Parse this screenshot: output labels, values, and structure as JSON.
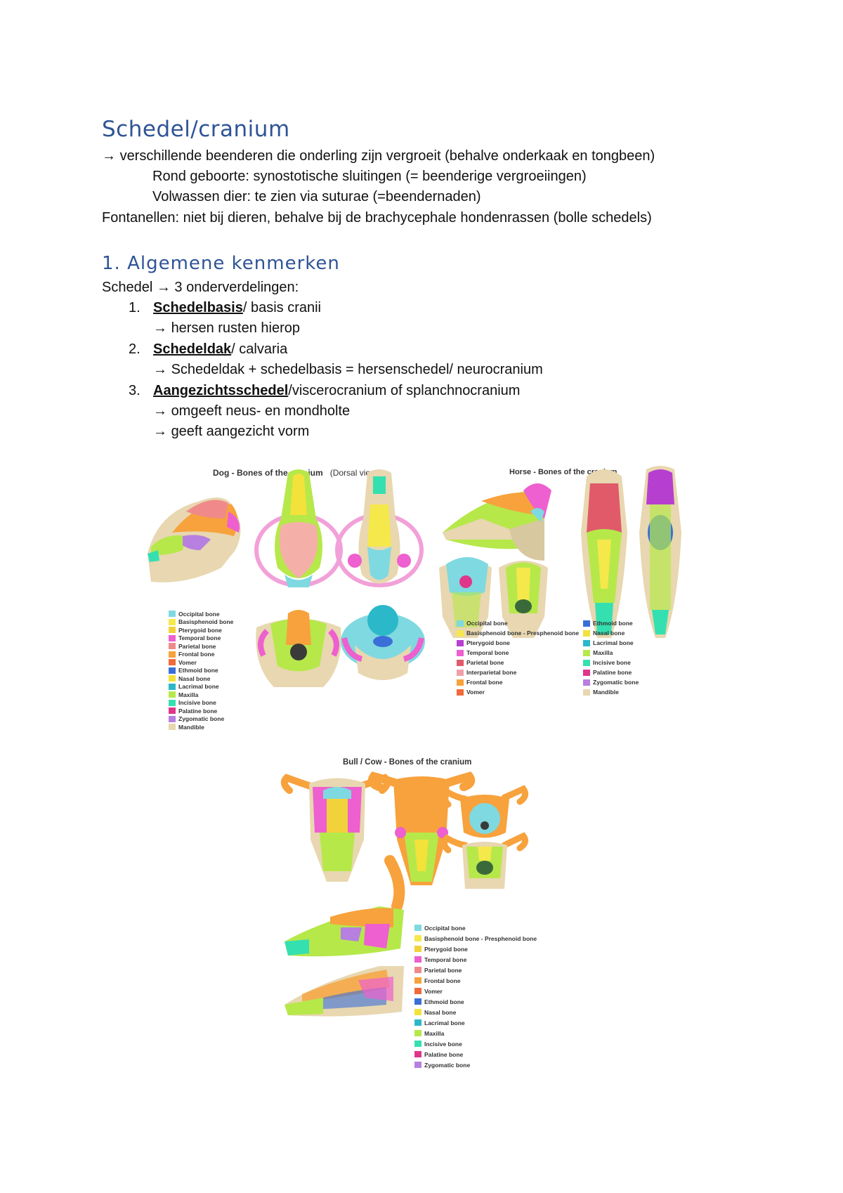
{
  "title": "Schedel/cranium",
  "intro": {
    "arrow_line": "verschillende beenderen die onderling zijn vergroeit (behalve onderkaak en tongbeen)",
    "line_birth": "Rond geboorte: synostotische sluitingen (= beenderige vergroeiingen)",
    "line_adult": "Volwassen dier: te zien via suturae (=beendernaden)",
    "fontanel": "Fontanellen: niet bij dieren, behalve bij de brachycephale hondenrassen (bolle schedels)"
  },
  "section1": {
    "heading": "1. Algemene kenmerken",
    "lead_prefix": "Schedel",
    "lead_suffix": "3 onderverdelingen:",
    "items": [
      {
        "num": "1.",
        "term": "Schedelbasis",
        "rest": "/ basis cranii",
        "subs": [
          "hersen rusten hierop"
        ]
      },
      {
        "num": "2.",
        "term": "Schedeldak",
        "rest": "/ calvaria",
        "subs": [
          "Schedeldak + schedelbasis = hersenschedel/ neurocranium"
        ]
      },
      {
        "num": "3.",
        "term": "Aangezichtsschedel",
        "rest": "/viscerocranium of splanchnocranium",
        "subs": [
          "omgeeft neus- en mondholte",
          "geeft aangezicht vorm"
        ]
      }
    ]
  },
  "arrow_glyph": "→",
  "figures": {
    "dog": {
      "title": "Dog - Bones of the cranium",
      "subtitle": "(Dorsal view)",
      "legend": [
        {
          "label": "Occipital bone",
          "color": "#7fd9e0"
        },
        {
          "label": "Basisphenoid bone",
          "color": "#f5e84a"
        },
        {
          "label": "Pterygoid bone",
          "color": "#f2d23a"
        },
        {
          "label": "Temporal bone",
          "color": "#ee5fcf"
        },
        {
          "label": "Parietal bone",
          "color": "#f08a8a"
        },
        {
          "label": "Frontal bone",
          "color": "#f7a23c"
        },
        {
          "label": "Vomer",
          "color": "#f06a3a"
        },
        {
          "label": "Ethmoid bone",
          "color": "#3b6fd8"
        },
        {
          "label": "Nasal bone",
          "color": "#f2e23a"
        },
        {
          "label": "Lacrimal bone",
          "color": "#2bb8c9"
        },
        {
          "label": "Maxilla",
          "color": "#b6e84a"
        },
        {
          "label": "Incisive bone",
          "color": "#35e0b0"
        },
        {
          "label": "Palatine bone",
          "color": "#e0368a"
        },
        {
          "label": "Zygomatic bone",
          "color": "#b77fe0"
        },
        {
          "label": "Mandible",
          "color": "#e8d7b0"
        }
      ]
    },
    "horse": {
      "title": "Horse - Bones of the cranium",
      "legend_left": [
        {
          "label": "Occipital bone",
          "color": "#7fd9e0"
        },
        {
          "label": "Basisphenoid bone - Presphenoid bone",
          "color": "#f5e84a"
        },
        {
          "label": "Pterygoid bone",
          "color": "#b73fd0"
        },
        {
          "label": "Temporal bone",
          "color": "#ee5fcf"
        },
        {
          "label": "Parietal bone",
          "color": "#e05a6a"
        },
        {
          "label": "Interparietal bone",
          "color": "#f0a0a8"
        },
        {
          "label": "Frontal bone",
          "color": "#f7a23c"
        },
        {
          "label": "Vomer",
          "color": "#f06a3a"
        }
      ],
      "legend_right": [
        {
          "label": "Ethmoid bone",
          "color": "#3b6fd8"
        },
        {
          "label": "Nasal bone",
          "color": "#f2e23a"
        },
        {
          "label": "Lacrimal bone",
          "color": "#2bb8c9"
        },
        {
          "label": "Maxilla",
          "color": "#b6e84a"
        },
        {
          "label": "Incisive bone",
          "color": "#35e0b0"
        },
        {
          "label": "Palatine bone",
          "color": "#e0368a"
        },
        {
          "label": "Zygomatic bone",
          "color": "#b77fe0"
        },
        {
          "label": "Mandible",
          "color": "#e8d7b0"
        }
      ]
    },
    "cow": {
      "title": "Bull / Cow - Bones of the cranium",
      "legend": [
        {
          "label": "Occipital bone",
          "color": "#7fd9e0"
        },
        {
          "label": "Basisphenoid bone - Presphenoid bone",
          "color": "#f5e84a"
        },
        {
          "label": "Pterygoid bone",
          "color": "#f2d23a"
        },
        {
          "label": "Temporal bone",
          "color": "#ee5fcf"
        },
        {
          "label": "Parietal bone",
          "color": "#f08a8a"
        },
        {
          "label": "Frontal bone",
          "color": "#f7a23c"
        },
        {
          "label": "Vomer",
          "color": "#f06a3a"
        },
        {
          "label": "Ethmoid bone",
          "color": "#3b6fd8"
        },
        {
          "label": "Nasal bone",
          "color": "#f2e23a"
        },
        {
          "label": "Lacrimal bone",
          "color": "#2bb8c9"
        },
        {
          "label": "Maxilla",
          "color": "#b6e84a"
        },
        {
          "label": "Incisive bone",
          "color": "#35e0b0"
        },
        {
          "label": "Palatine bone",
          "color": "#e0368a"
        },
        {
          "label": "Zygomatic bone",
          "color": "#b77fe0"
        }
      ]
    }
  }
}
